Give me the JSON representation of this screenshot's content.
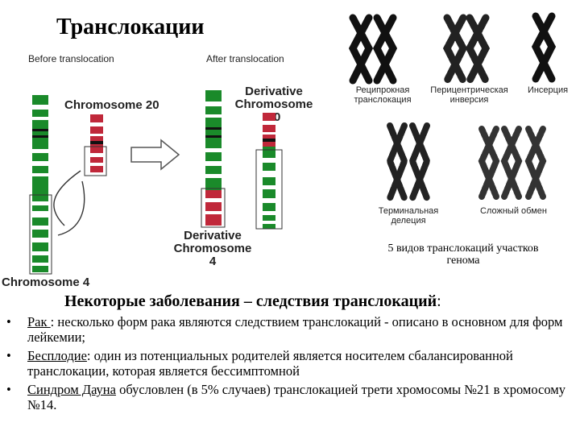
{
  "title": "Транслокации",
  "left_panel": {
    "before_label": "Before translocation",
    "after_label": "After translocation",
    "chromosome20_label": "Chromosome 20",
    "derivative20_label_line1": "Derivative",
    "derivative20_label_line2": "Chromosome 20",
    "derivative4_label_line1": "Derivative",
    "derivative4_label_line2": "Chromosome 4",
    "chromosome4_label": "Chromosome 4",
    "colors": {
      "chr4": "#1a8a2a",
      "chr20": "#c0283a"
    }
  },
  "right_panel": {
    "types": [
      {
        "line1": "Реципрокная",
        "line2": "транслокация"
      },
      {
        "line1": "Перицентрическая",
        "line2": "инверсия"
      },
      {
        "line1": "Инсерция",
        "line2": ""
      },
      {
        "line1": "Терминальная",
        "line2": "делеция"
      },
      {
        "line1": "Сложный обмен",
        "line2": ""
      }
    ],
    "caption_line1": "5 видов транслокаций участков",
    "caption_line2": "генома"
  },
  "subheading": "Некоторые заболевания – следствия транслокаций",
  "subheading_suffix": ":",
  "diseases": [
    {
      "term": "Рак ",
      "text": ": несколько форм рака являются следствием транслокаций - описано в основном для форм лейкемии;"
    },
    {
      "term": "Бесплодие",
      "text": ": один из потенциальных родителей является носителем сбалансированной транслокации, которая является бессимптомной"
    },
    {
      "term": "Синдром Дауна",
      "text": " обусловлен  (в 5% случаев) транслокацией трети хромосомы №21 в хромосому №14."
    }
  ],
  "bullet_symbol": "•"
}
